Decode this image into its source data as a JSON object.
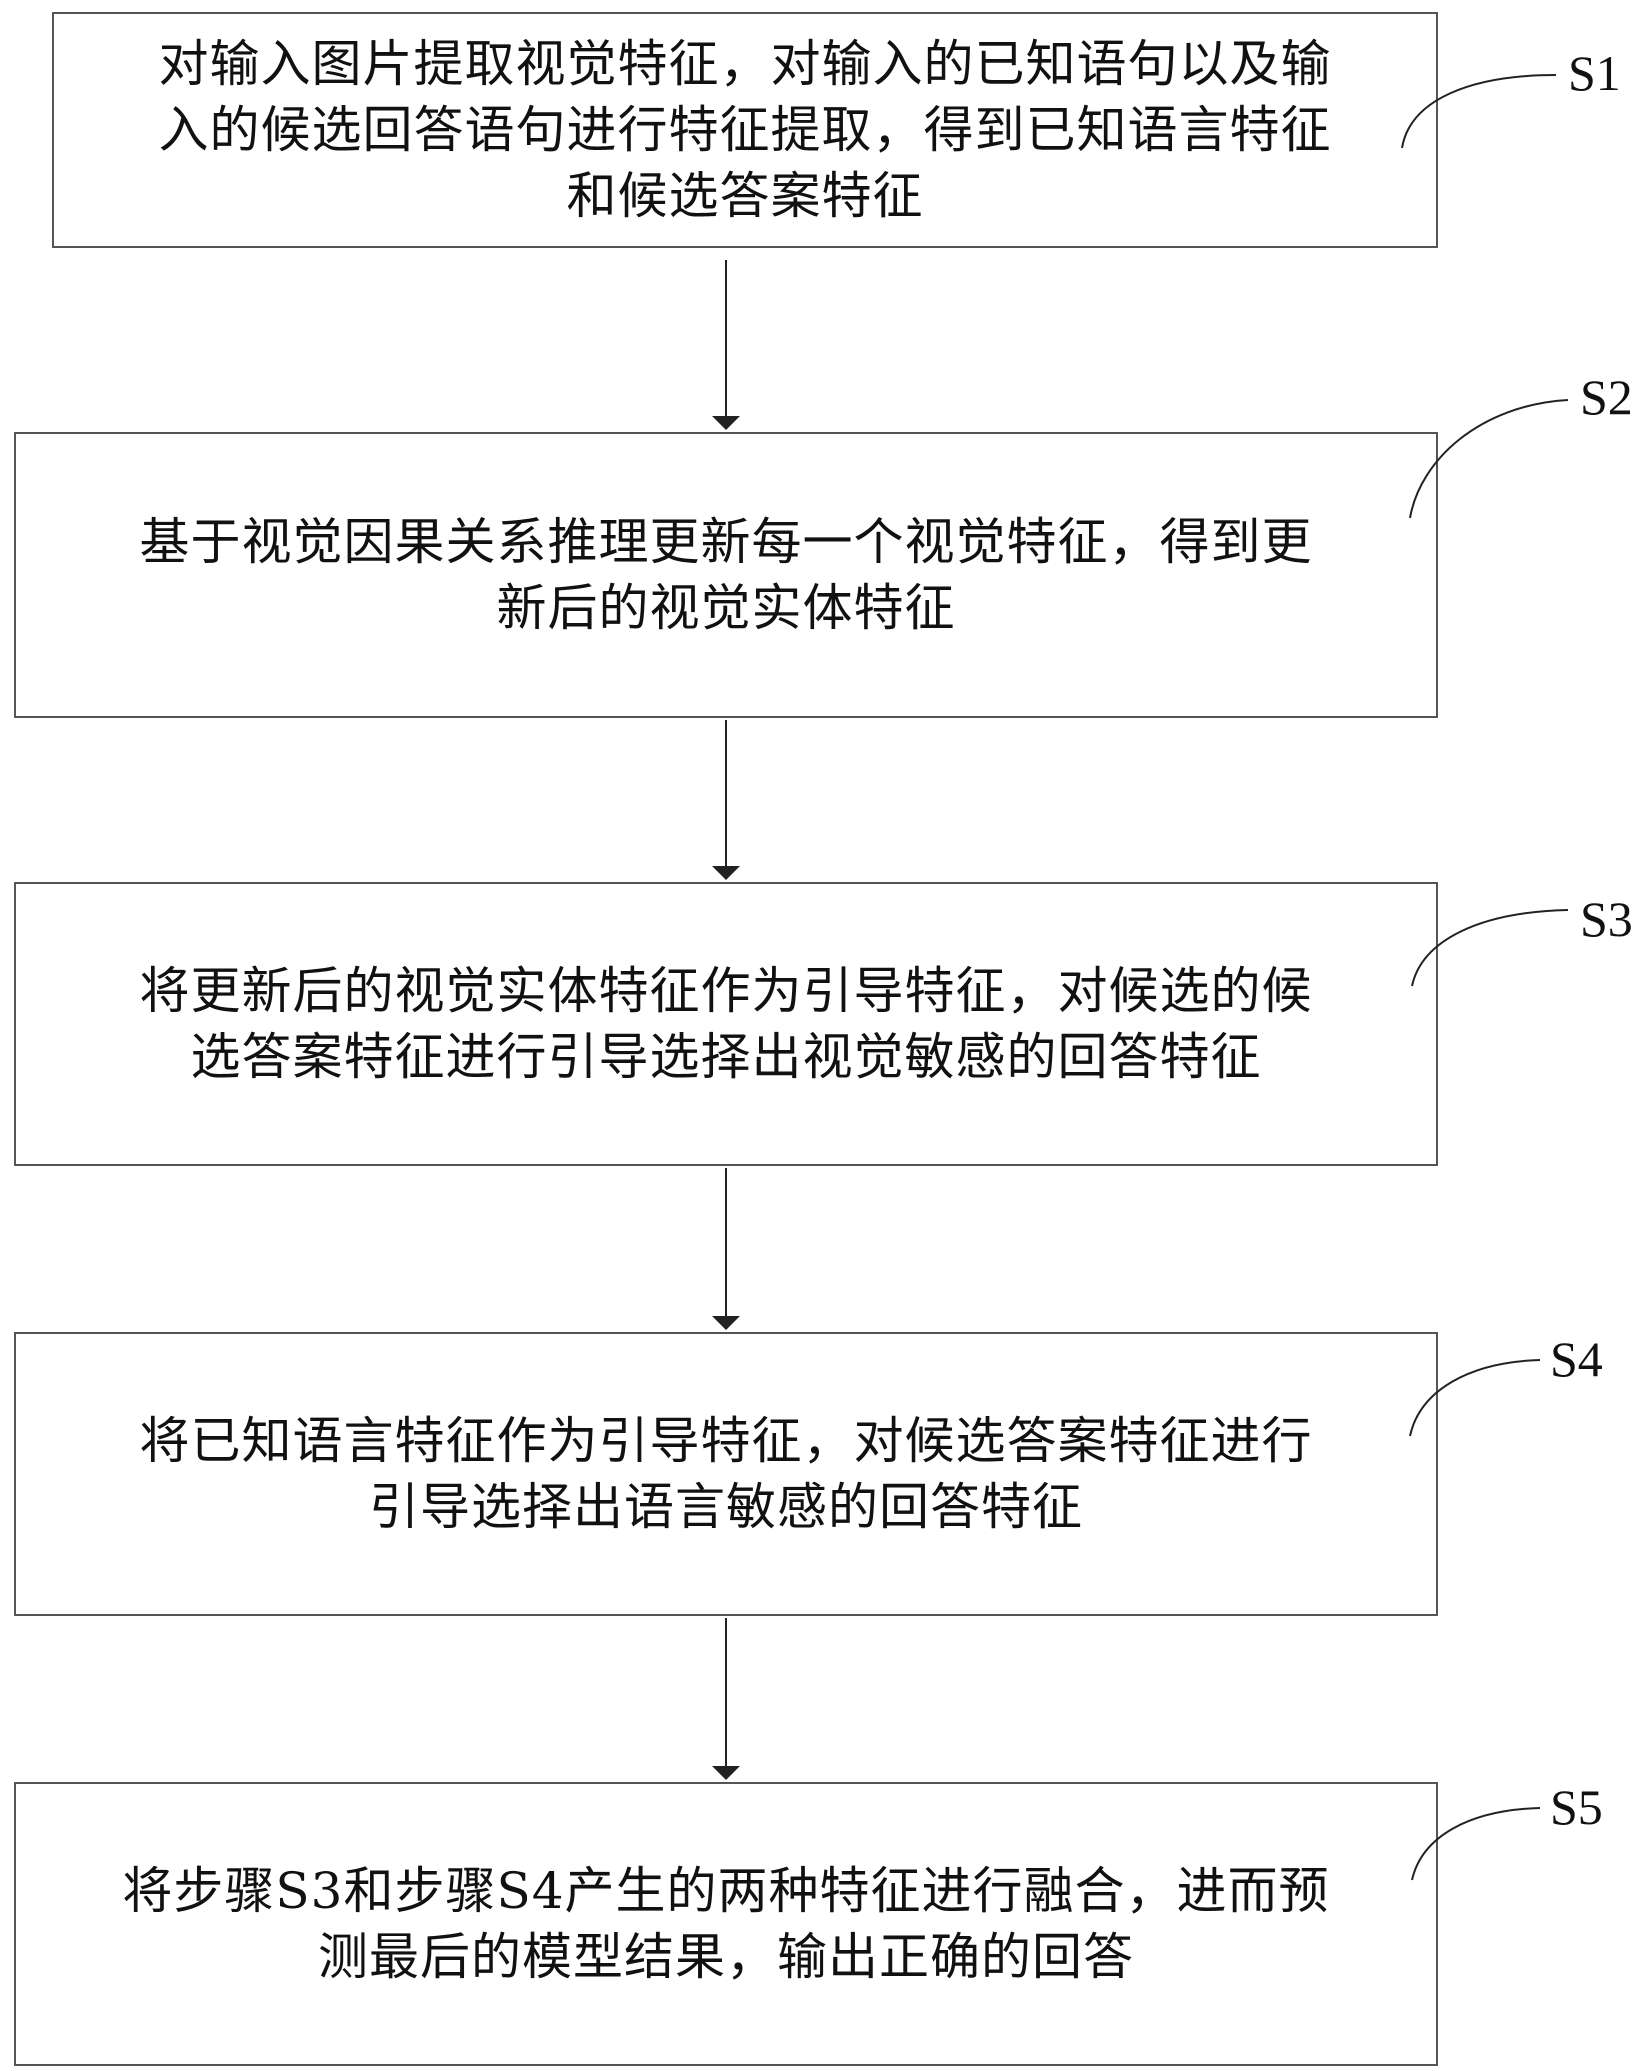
{
  "flowchart": {
    "steps": [
      {
        "label": "S1",
        "text": "对输入图片提取视觉特征，对输入的已知语句以及输\n入的候选回答语句进行特征提取，得到已知语言特征\n和候选答案特征"
      },
      {
        "label": "S2",
        "text": "基于视觉因果关系推理更新每一个视觉特征，得到更\n新后的视觉实体特征"
      },
      {
        "label": "S3",
        "text": "将更新后的视觉实体特征作为引导特征，对候选的候\n选答案特征进行引导选择出视觉敏感的回答特征"
      },
      {
        "label": "S4",
        "text": "将已知语言特征作为引导特征，对候选答案特征进行\n引导选择出语言敏感的回答特征"
      },
      {
        "label": "S5",
        "text": "将步骤S3和步骤S4产生的两种特征进行融合，进而预\n测最后的模型结果，输出正确的回答"
      }
    ],
    "line_color": "#222222",
    "box_border_color": "#555555"
  }
}
